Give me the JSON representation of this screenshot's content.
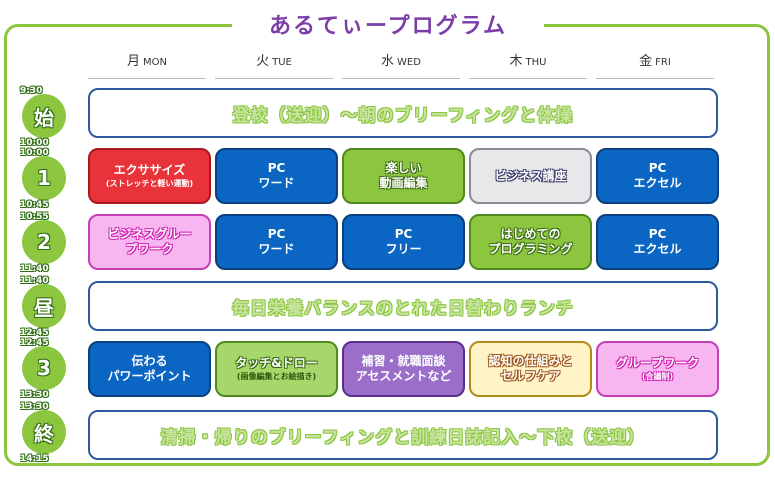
{
  "title": "あるてぃープログラム",
  "colors": {
    "frame": "#8cc63f",
    "title": "#7a3ea8",
    "cell_border": "#2e5a9c"
  },
  "days": [
    {
      "jp": "月",
      "en": "MON"
    },
    {
      "jp": "火",
      "en": "TUE"
    },
    {
      "jp": "水",
      "en": "WED"
    },
    {
      "jp": "木",
      "en": "THU"
    },
    {
      "jp": "金",
      "en": "FRI"
    }
  ],
  "periods": [
    {
      "label": "始",
      "start": "9:30",
      "end": "10:00"
    },
    {
      "label": "1",
      "start": "10:00",
      "end": "10:45"
    },
    {
      "label": "2",
      "start": "10:55",
      "end": "11:40"
    },
    {
      "label": "昼",
      "start": "11:40",
      "end": "12:45"
    },
    {
      "label": "3",
      "start": "12:45",
      "end": "13:30"
    },
    {
      "label": "終",
      "start": "13:30",
      "end": "14:15"
    }
  ],
  "rows": {
    "start": "登校（送迎）～朝のブリーフィングと体操",
    "lunch": "毎日栄養バランスのとれた日替わりランチ",
    "end": "清掃・帰りのブリーフィングと訓練日誌記入～下校（送迎）"
  },
  "p1": [
    {
      "main": "エクササイズ",
      "sub": "(ストレッチと軽い運動)"
    },
    {
      "main": "PC",
      "sub2": "ワード"
    },
    {
      "main": "楽しい",
      "sub2": "動画編集"
    },
    {
      "main": "ビジネス講座"
    },
    {
      "main": "PC",
      "sub2": "エクセル"
    }
  ],
  "p2": [
    {
      "main": "ビジネスグルー",
      "sub2": "プワーク"
    },
    {
      "main": "PC",
      "sub2": "ワード"
    },
    {
      "main": "PC",
      "sub2": "フリー"
    },
    {
      "main": "はじめての",
      "sub2": "プログラミング"
    },
    {
      "main": "PC",
      "sub2": "エクセル"
    }
  ],
  "p3": [
    {
      "main": "伝わる",
      "sub2": "パワーポイント"
    },
    {
      "main": "タッチ&ドロー",
      "sub": "(画像編集とお絵描き)"
    },
    {
      "main": "補習・就職面談",
      "sub2": "アセスメントなど"
    },
    {
      "main": "認知の仕組みと",
      "sub2": "セルフケア"
    },
    {
      "main": "グループワーク",
      "sub": "(合議制)"
    }
  ]
}
